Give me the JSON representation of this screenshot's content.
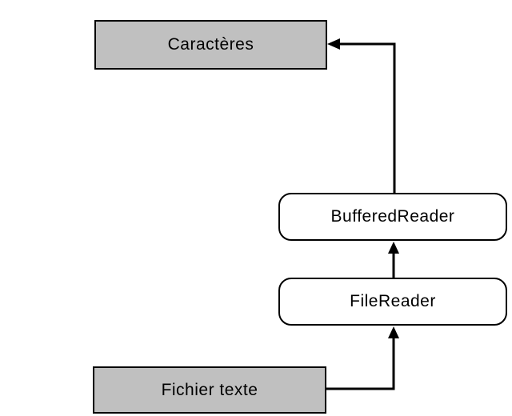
{
  "diagram": {
    "description": "Flow diagram of reading a text file with Java character streams",
    "nodes": [
      {
        "id": "caracteres",
        "label": "Caractères",
        "shape": "rectangle",
        "fill": "#c0c0c0"
      },
      {
        "id": "bufferedreader",
        "label": "BufferedReader",
        "shape": "rounded",
        "fill": "#ffffff"
      },
      {
        "id": "filereader",
        "label": "FileReader",
        "shape": "rounded",
        "fill": "#ffffff"
      },
      {
        "id": "fichier-texte",
        "label": "Fichier texte",
        "shape": "rectangle",
        "fill": "#c0c0c0"
      }
    ],
    "edges": [
      {
        "from": "fichier-texte",
        "to": "filereader"
      },
      {
        "from": "filereader",
        "to": "bufferedreader"
      },
      {
        "from": "bufferedreader",
        "to": "caracteres"
      }
    ],
    "colors": {
      "background": "#ffffff",
      "node_gray": "#c0c0c0",
      "node_white": "#ffffff",
      "border": "#000000",
      "arrow": "#000000"
    }
  }
}
